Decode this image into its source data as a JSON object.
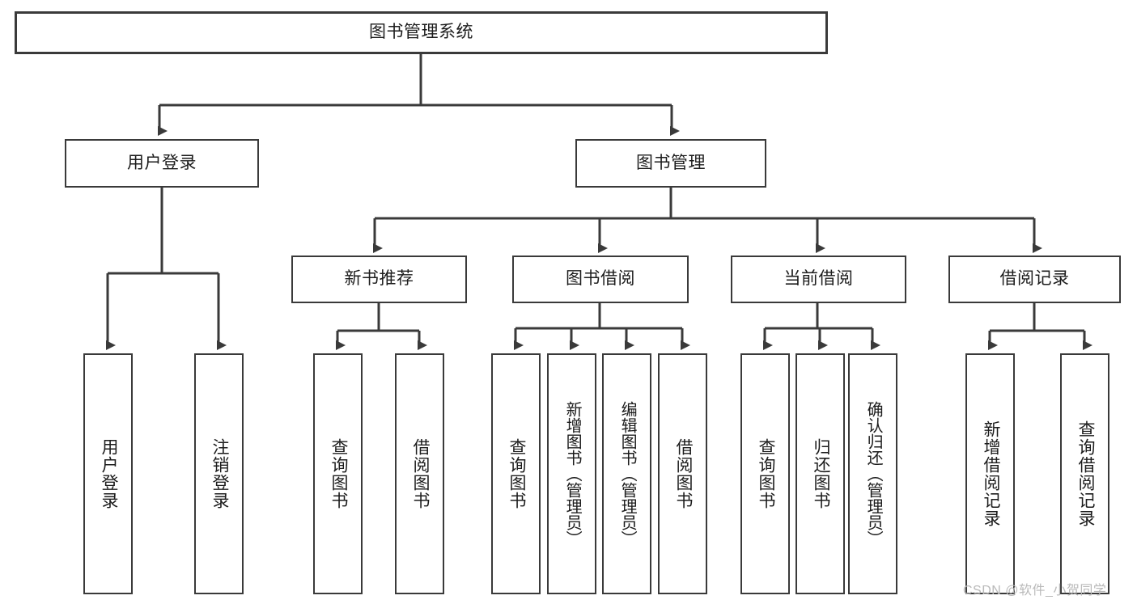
{
  "diagram": {
    "title": "图书管理系统",
    "type": "tree-hierarchy-diagram",
    "colors": {
      "background": "#ffffff",
      "box_border": "#3a3a3a",
      "box_fill": "#ffffff",
      "connector": "#3a3a3a",
      "text": "#1c1c1c",
      "watermark": "#b9b9b9"
    },
    "root": {
      "label": "图书管理系统"
    },
    "level2": [
      {
        "label": "用户登录"
      },
      {
        "label": "图书管理"
      }
    ],
    "level3": [
      {
        "label": "新书推荐"
      },
      {
        "label": "图书借阅"
      },
      {
        "label": "当前借阅"
      },
      {
        "label": "借阅记录"
      }
    ],
    "leaves": {
      "user_login": [
        {
          "label": "用户登录"
        },
        {
          "label": "注销登录"
        }
      ],
      "new_book_recommend": [
        {
          "label": "查询图书"
        },
        {
          "label": "借阅图书"
        }
      ],
      "book_borrow": [
        {
          "label": "查询图书"
        },
        {
          "label": "新增图书（管理员）"
        },
        {
          "label": "编辑图书（管理员）"
        },
        {
          "label": "借阅图书"
        }
      ],
      "current_borrow": [
        {
          "label": "查询图书"
        },
        {
          "label": "归还图书"
        },
        {
          "label": "确认归还（管理员）"
        }
      ],
      "borrow_record": [
        {
          "label": "新增借阅记录"
        },
        {
          "label": "查询借阅记录"
        }
      ]
    },
    "watermark": "CSDN @软件_小贺同学"
  }
}
